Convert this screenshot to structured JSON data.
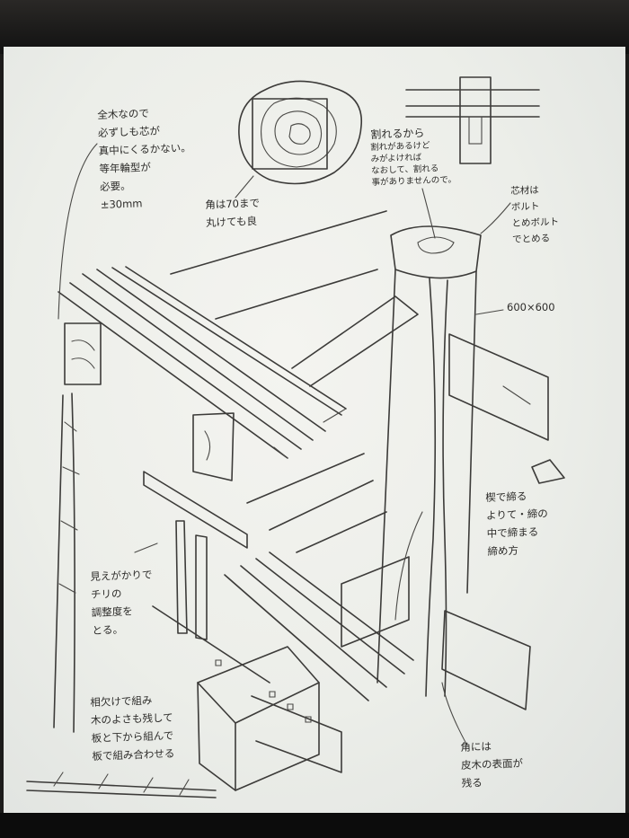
{
  "notes": {
    "log_center": "全木なので\n必ずしも芯が\n真中にくるかない。\n等年輪型が\n必要。\n±30mm",
    "corner_round": "角は70まで\n丸けても良",
    "crack_small": "割れがあるけど\nみがよければ\nなおして、割れる\n事がありませんので。",
    "crack_title": "割れるから",
    "core_bolt": "芯材は\nボルト\nとめボルト\nでとめる",
    "post_size": "600×600",
    "wedge_note": "楔で締る\nよりて・締の\n中で締まる\n締め方",
    "chiri_note": "見えがかりで\nチリの\n調整度を\nとる。",
    "plank_note": "相欠けで組み\n木のよさも残して\n板と下から組んで\n板で組み合わせる",
    "bottom_note": "角には\n皮木の表面が\n残る"
  }
}
